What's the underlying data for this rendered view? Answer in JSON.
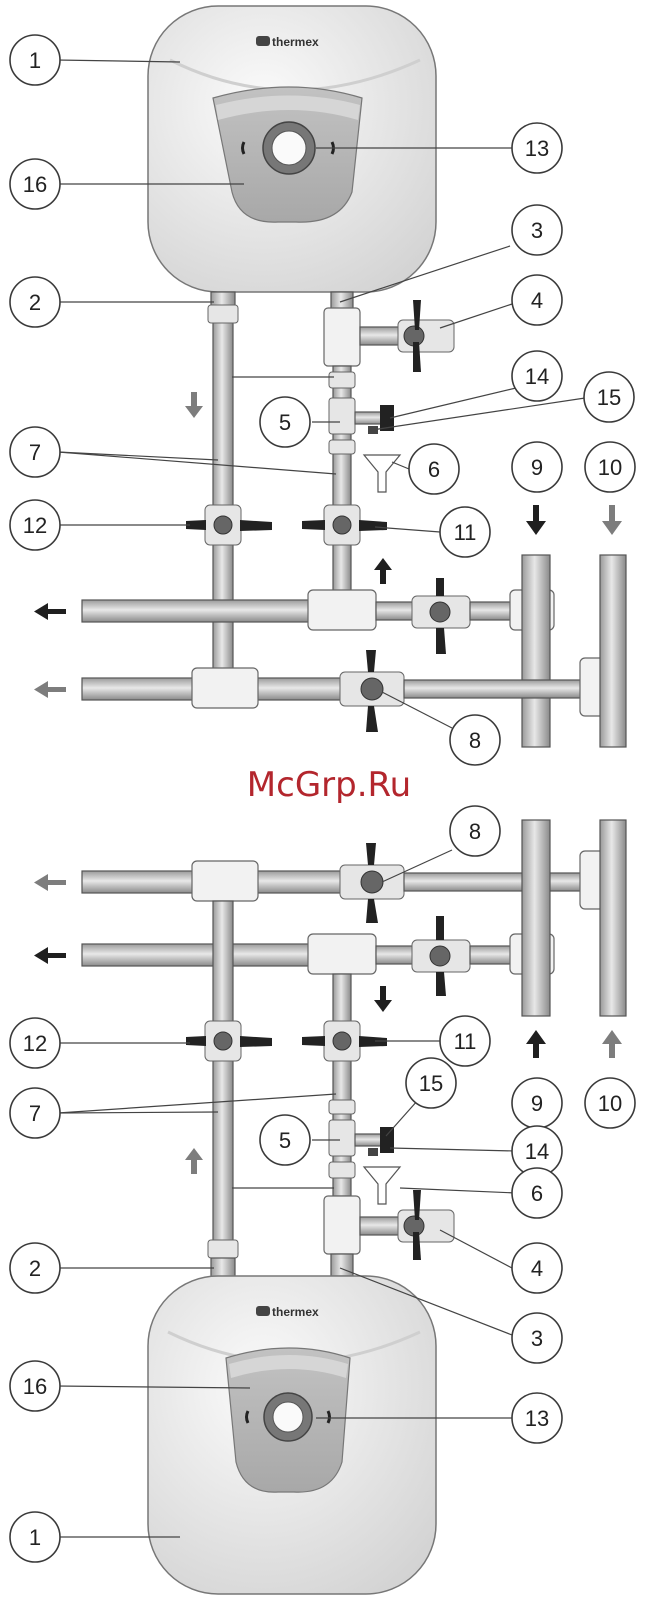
{
  "brand": "thermex",
  "watermark": "McGrp.Ru",
  "colors": {
    "watermark": "#b3262d",
    "arrow_dark": "#1f1f1f",
    "arrow_grey": "#7d7d7d"
  },
  "top": {
    "callouts": [
      {
        "key": "c1",
        "label": "1"
      },
      {
        "key": "c16",
        "label": "16"
      },
      {
        "key": "c13",
        "label": "13"
      },
      {
        "key": "c3",
        "label": "3"
      },
      {
        "key": "c2",
        "label": "2"
      },
      {
        "key": "c4",
        "label": "4"
      },
      {
        "key": "c14",
        "label": "14"
      },
      {
        "key": "c5",
        "label": "5"
      },
      {
        "key": "c15",
        "label": "15"
      },
      {
        "key": "c7",
        "label": "7"
      },
      {
        "key": "c6",
        "label": "6"
      },
      {
        "key": "c9",
        "label": "9"
      },
      {
        "key": "c10",
        "label": "10"
      },
      {
        "key": "c12",
        "label": "12"
      },
      {
        "key": "c11",
        "label": "11"
      },
      {
        "key": "c8",
        "label": "8"
      }
    ]
  },
  "bottom": {
    "callouts": [
      {
        "key": "c8",
        "label": "8"
      },
      {
        "key": "c12",
        "label": "12"
      },
      {
        "key": "c11",
        "label": "11"
      },
      {
        "key": "c9",
        "label": "9"
      },
      {
        "key": "c10",
        "label": "10"
      },
      {
        "key": "c15",
        "label": "15"
      },
      {
        "key": "c7",
        "label": "7"
      },
      {
        "key": "c5",
        "label": "5"
      },
      {
        "key": "c14",
        "label": "14"
      },
      {
        "key": "c6",
        "label": "6"
      },
      {
        "key": "c2",
        "label": "2"
      },
      {
        "key": "c4",
        "label": "4"
      },
      {
        "key": "c3",
        "label": "3"
      },
      {
        "key": "c16",
        "label": "16"
      },
      {
        "key": "c13",
        "label": "13"
      },
      {
        "key": "c1",
        "label": "1"
      }
    ]
  }
}
